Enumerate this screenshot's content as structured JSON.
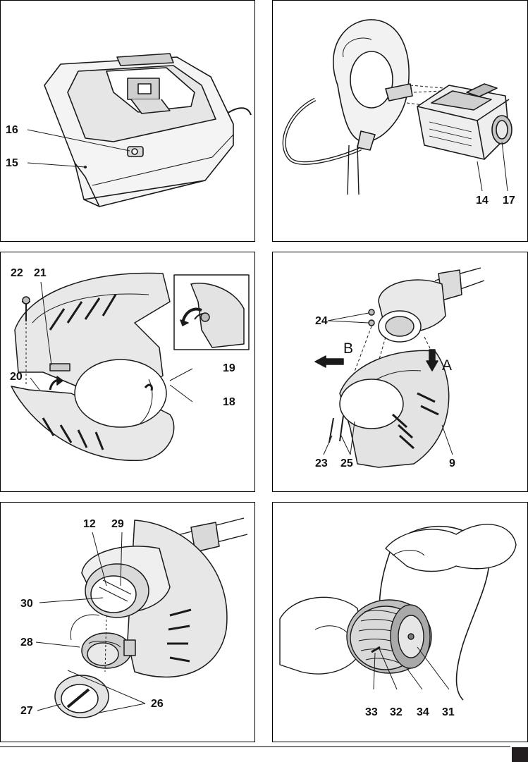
{
  "figures": [
    {
      "id": "charger",
      "callouts": [
        "16",
        "15"
      ]
    },
    {
      "id": "battery-attach",
      "callouts": [
        "14",
        "17"
      ]
    },
    {
      "id": "guard-assembly",
      "callouts": [
        "22",
        "21",
        "20",
        "19",
        "18"
      ]
    },
    {
      "id": "guard-fitting",
      "callouts": [
        "24",
        "23",
        "25",
        "9"
      ],
      "directions": [
        "B",
        "A"
      ]
    },
    {
      "id": "spool-cover",
      "callouts": [
        "12",
        "29",
        "30",
        "28",
        "27",
        "26"
      ]
    },
    {
      "id": "spool-winding",
      "callouts": [
        "33",
        "32",
        "34",
        "31"
      ]
    }
  ],
  "colors": {
    "ink": "#1a1a1a",
    "shade": "#c9c9c9",
    "light": "#e6e6e6",
    "tab": "#231f20"
  }
}
